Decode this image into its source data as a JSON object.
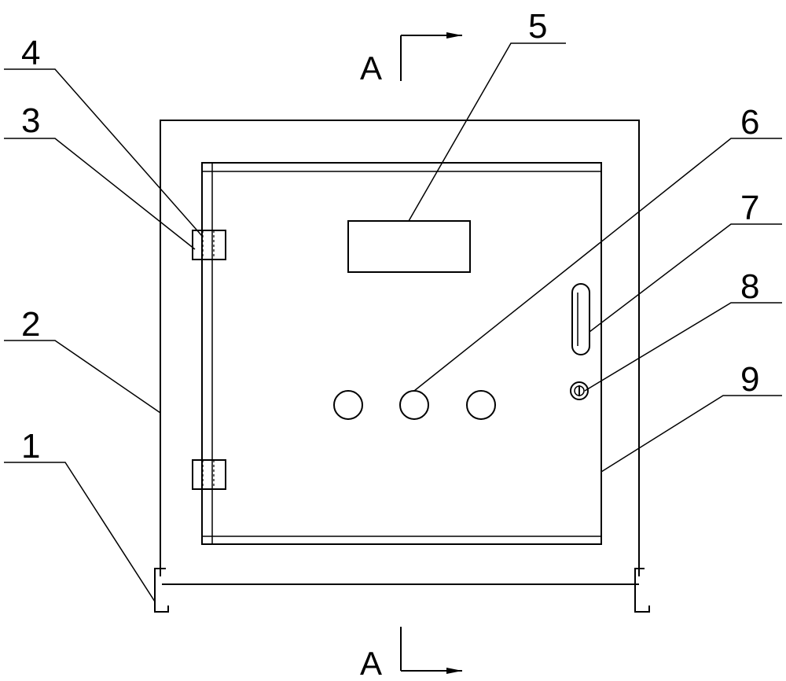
{
  "section_mark": "A",
  "labels": [
    "1",
    "2",
    "3",
    "4",
    "5",
    "6",
    "7",
    "8",
    "9"
  ]
}
